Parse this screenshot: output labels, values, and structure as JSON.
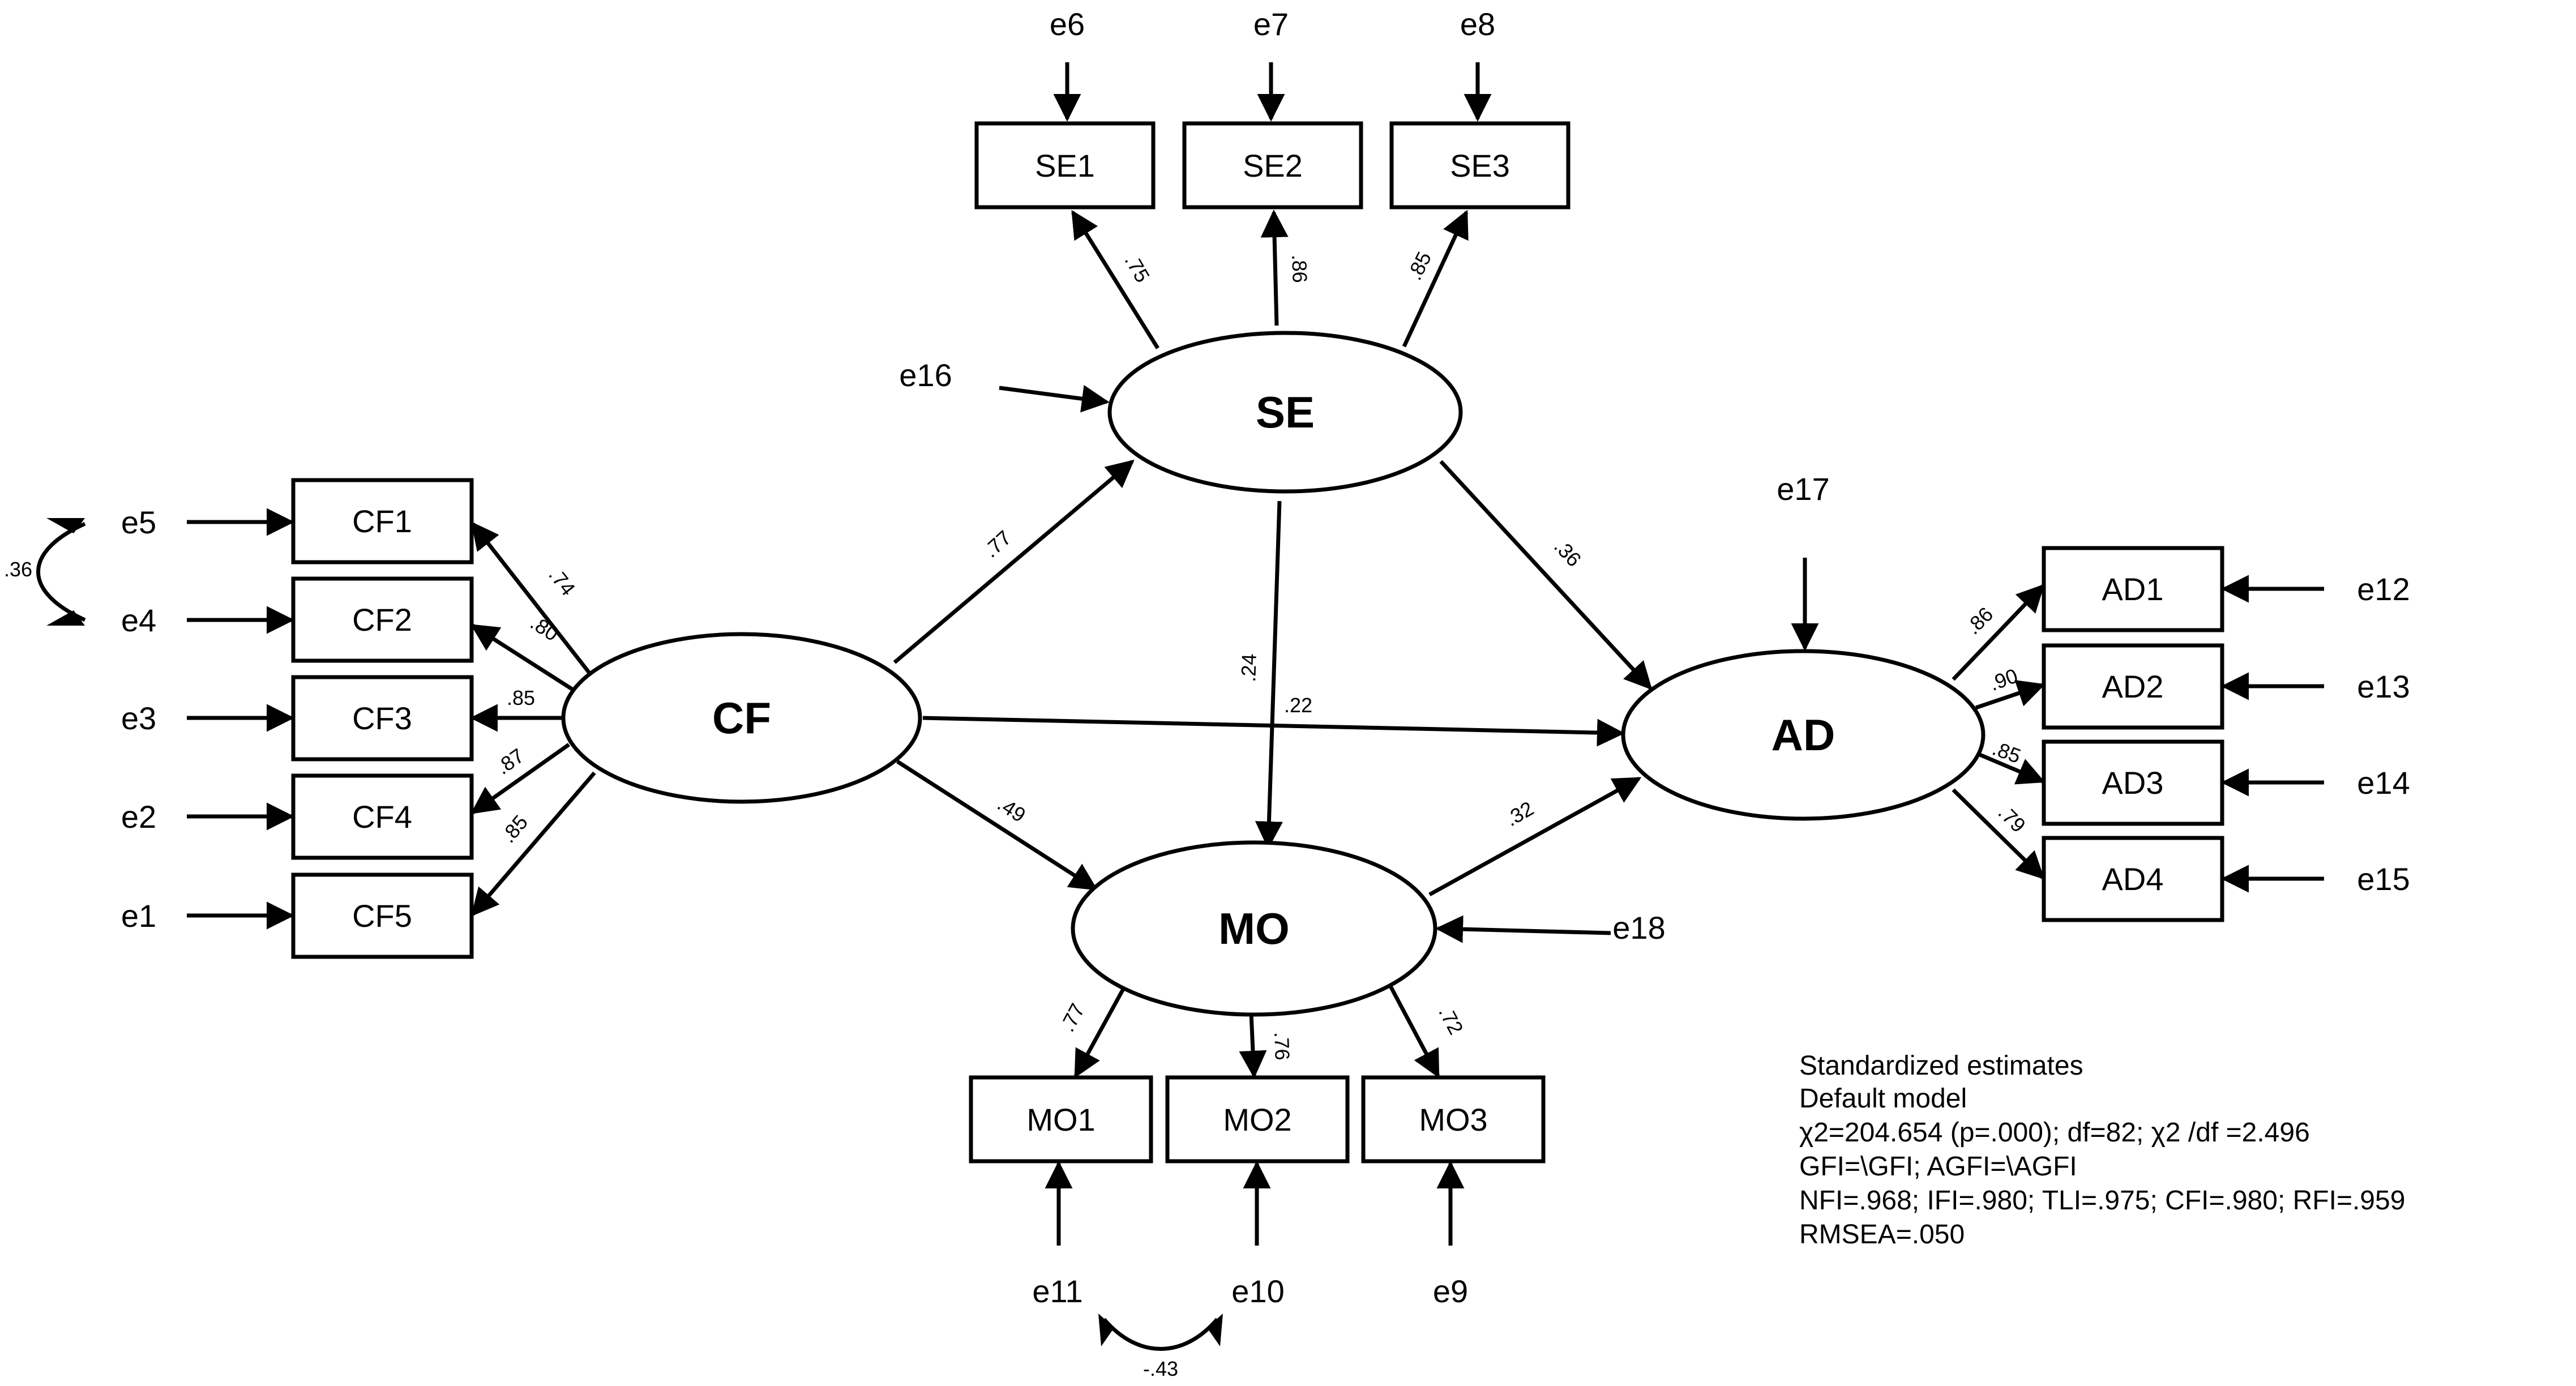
{
  "latents": {
    "SE": {
      "label": "SE"
    },
    "CF": {
      "label": "CF"
    },
    "AD": {
      "label": "AD"
    },
    "MO": {
      "label": "MO"
    }
  },
  "indicators": {
    "SE1": {
      "label": "SE1"
    },
    "SE2": {
      "label": "SE2"
    },
    "SE3": {
      "label": "SE3"
    },
    "CF1": {
      "label": "CF1"
    },
    "CF2": {
      "label": "CF2"
    },
    "CF3": {
      "label": "CF3"
    },
    "CF4": {
      "label": "CF4"
    },
    "CF5": {
      "label": "CF5"
    },
    "AD1": {
      "label": "AD1"
    },
    "AD2": {
      "label": "AD2"
    },
    "AD3": {
      "label": "AD3"
    },
    "AD4": {
      "label": "AD4"
    },
    "MO1": {
      "label": "MO1"
    },
    "MO2": {
      "label": "MO2"
    },
    "MO3": {
      "label": "MO3"
    }
  },
  "errors": {
    "e1": "e1",
    "e2": "e2",
    "e3": "e3",
    "e4": "e4",
    "e5": "e5",
    "e6": "e6",
    "e7": "e7",
    "e8": "e8",
    "e9": "e9",
    "e10": "e10",
    "e11": "e11",
    "e12": "e12",
    "e13": "e13",
    "e14": "e14",
    "e15": "e15",
    "e16": "e16",
    "e17": "e17",
    "e18": "e18"
  },
  "loadings": {
    "SE1": ".75",
    "SE2": ".86",
    "SE3": ".85",
    "CF1": ".74",
    "CF2": ".80",
    "CF3": ".85",
    "CF4": ".87",
    "CF5": ".85",
    "AD1": ".86",
    "AD2": ".90",
    "AD3": ".85",
    "AD4": ".79",
    "MO1": ".77",
    "MO2": ".76",
    "MO3": ".72"
  },
  "paths": {
    "CF_SE": ".77",
    "SE_AD": ".36",
    "SE_MO": ".24",
    "CF_AD": ".22",
    "CF_MO": ".49",
    "MO_AD": ".32"
  },
  "covariances": {
    "e4_e5": ".36",
    "e10_e11": "-.43"
  },
  "fit": {
    "line1": "Standardized estimates",
    "line2": "Default model",
    "line3": "χ2=204.654 (p=.000); df=82; χ2 /df =2.496",
    "line4": "GFI=\\GFI; AGFI=\\AGFI",
    "line5": "NFI=.968; IFI=.980; TLI=.975; CFI=.980; RFI=.959",
    "line6": "RMSEA=.050"
  }
}
